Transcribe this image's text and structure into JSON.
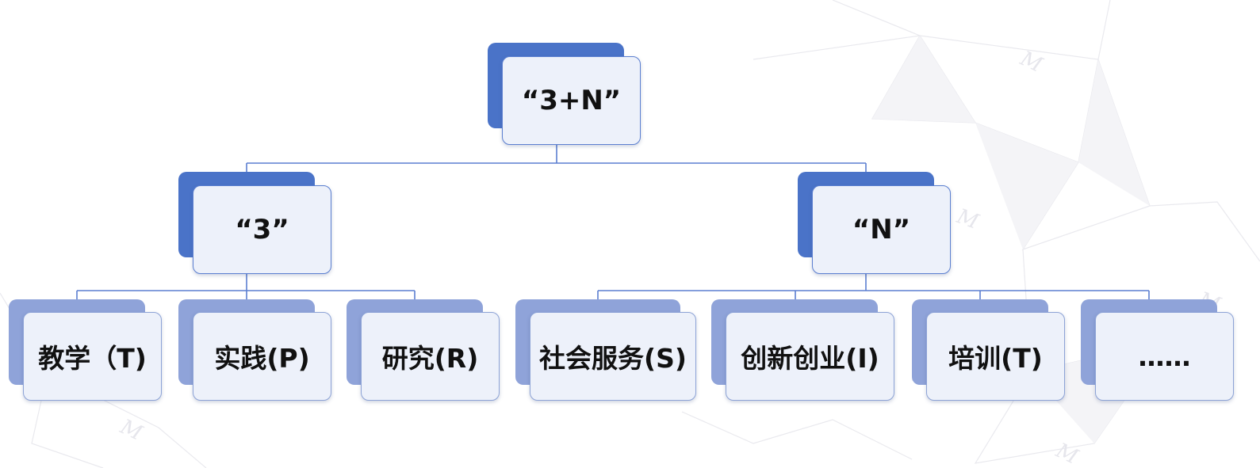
{
  "diagram": {
    "root": {
      "label": "“3+N”"
    },
    "branches": [
      {
        "label": "“3”",
        "children": [
          {
            "label": "教学（T)"
          },
          {
            "label": "实践(P)"
          },
          {
            "label": "研究(R)"
          }
        ]
      },
      {
        "label": "“N”",
        "children": [
          {
            "label": "社会服务(S)"
          },
          {
            "label": "创新创业(I)"
          },
          {
            "label": "培训(T)"
          },
          {
            "label": "……"
          }
        ]
      }
    ]
  },
  "colors": {
    "node_dark": "#4a73c8",
    "node_light": "#8fa3d9",
    "node_fill": "#edf1fa",
    "connector": "#5b7fd0"
  }
}
